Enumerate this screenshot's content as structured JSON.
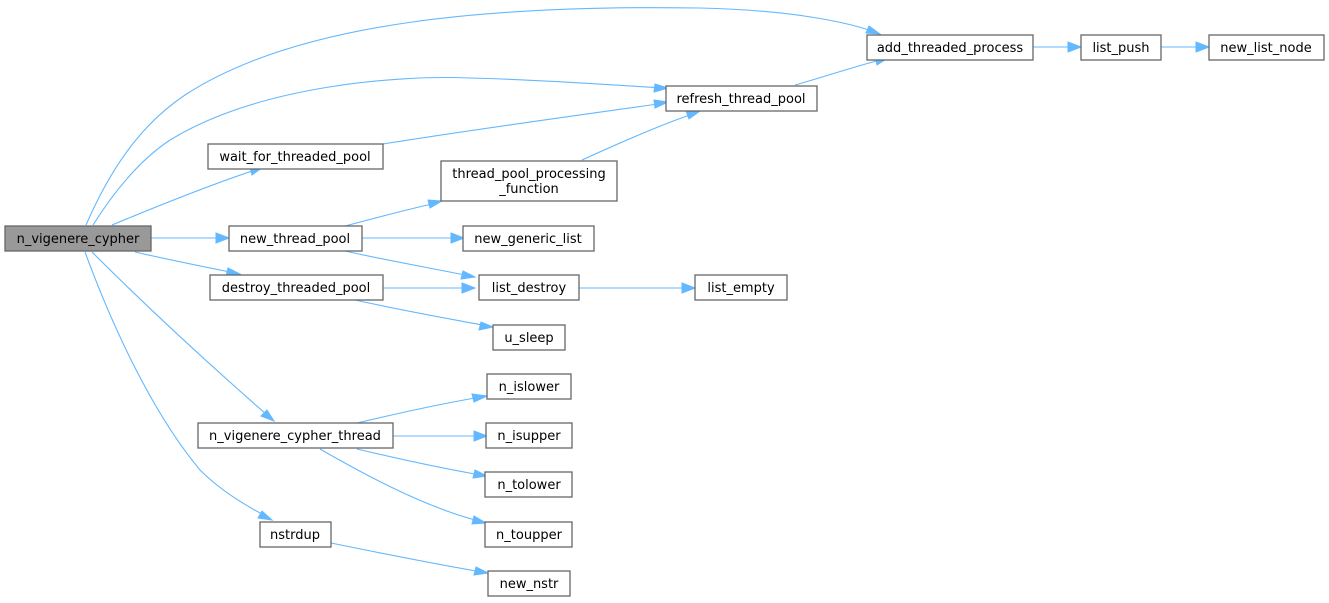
{
  "colors": {
    "edge": "#63b8ff",
    "node_border": "#666666",
    "root_fill": "#999999",
    "node_fill": "#ffffff"
  },
  "nodes": {
    "n_vigenere_cypher": "n_vigenere_cypher",
    "add_threaded_process": "add_threaded_process",
    "list_push": "list_push",
    "new_list_node": "new_list_node",
    "refresh_thread_pool": "refresh_thread_pool",
    "wait_for_threaded_pool": "wait_for_threaded_pool",
    "thread_pool_processing_function_l1": "thread_pool_processing",
    "thread_pool_processing_function_l2": "_function",
    "new_thread_pool": "new_thread_pool",
    "new_generic_list": "new_generic_list",
    "destroy_threaded_pool": "destroy_threaded_pool",
    "list_destroy": "list_destroy",
    "list_empty": "list_empty",
    "u_sleep": "u_sleep",
    "n_vigenere_cypher_thread": "n_vigenere_cypher_thread",
    "n_islower": "n_islower",
    "n_isupper": "n_isupper",
    "n_tolower": "n_tolower",
    "n_toupper": "n_toupper",
    "nstrdup": "nstrdup",
    "new_nstr": "new_nstr"
  },
  "edges": [
    [
      "n_vigenere_cypher",
      "add_threaded_process"
    ],
    [
      "n_vigenere_cypher",
      "refresh_thread_pool"
    ],
    [
      "n_vigenere_cypher",
      "wait_for_threaded_pool"
    ],
    [
      "n_vigenere_cypher",
      "new_thread_pool"
    ],
    [
      "n_vigenere_cypher",
      "destroy_threaded_pool"
    ],
    [
      "n_vigenere_cypher",
      "n_vigenere_cypher_thread"
    ],
    [
      "n_vigenere_cypher",
      "nstrdup"
    ],
    [
      "add_threaded_process",
      "list_push"
    ],
    [
      "list_push",
      "new_list_node"
    ],
    [
      "refresh_thread_pool",
      "add_threaded_process"
    ],
    [
      "wait_for_threaded_pool",
      "refresh_thread_pool"
    ],
    [
      "thread_pool_processing_function",
      "refresh_thread_pool"
    ],
    [
      "new_thread_pool",
      "thread_pool_processing_function"
    ],
    [
      "new_thread_pool",
      "new_generic_list"
    ],
    [
      "new_thread_pool",
      "list_destroy"
    ],
    [
      "destroy_threaded_pool",
      "list_destroy"
    ],
    [
      "destroy_threaded_pool",
      "u_sleep"
    ],
    [
      "list_destroy",
      "list_empty"
    ],
    [
      "n_vigenere_cypher_thread",
      "n_islower"
    ],
    [
      "n_vigenere_cypher_thread",
      "n_isupper"
    ],
    [
      "n_vigenere_cypher_thread",
      "n_tolower"
    ],
    [
      "n_vigenere_cypher_thread",
      "n_toupper"
    ],
    [
      "nstrdup",
      "new_nstr"
    ]
  ]
}
